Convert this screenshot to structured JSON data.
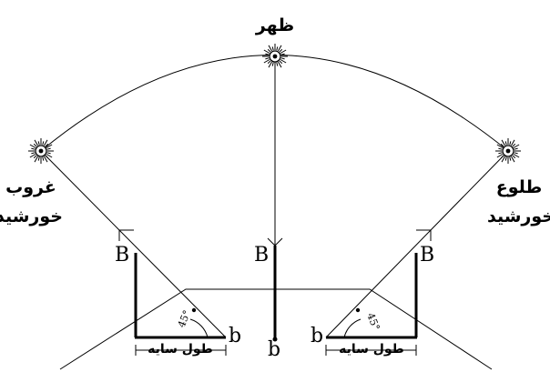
{
  "labels": {
    "noon": "ظهر",
    "sunset_line1": "غروب",
    "sunset_line2": "خورشید",
    "sunrise_line1": "طلوع",
    "sunrise_line2": "خورشید",
    "shadow_length": "طول سایه",
    "top_point": "B",
    "bottom_point": "b",
    "angle": "45°"
  },
  "colors": {
    "ink": "#000000",
    "background": "#ffffff"
  },
  "icons": {
    "sun": "sun-icon"
  }
}
